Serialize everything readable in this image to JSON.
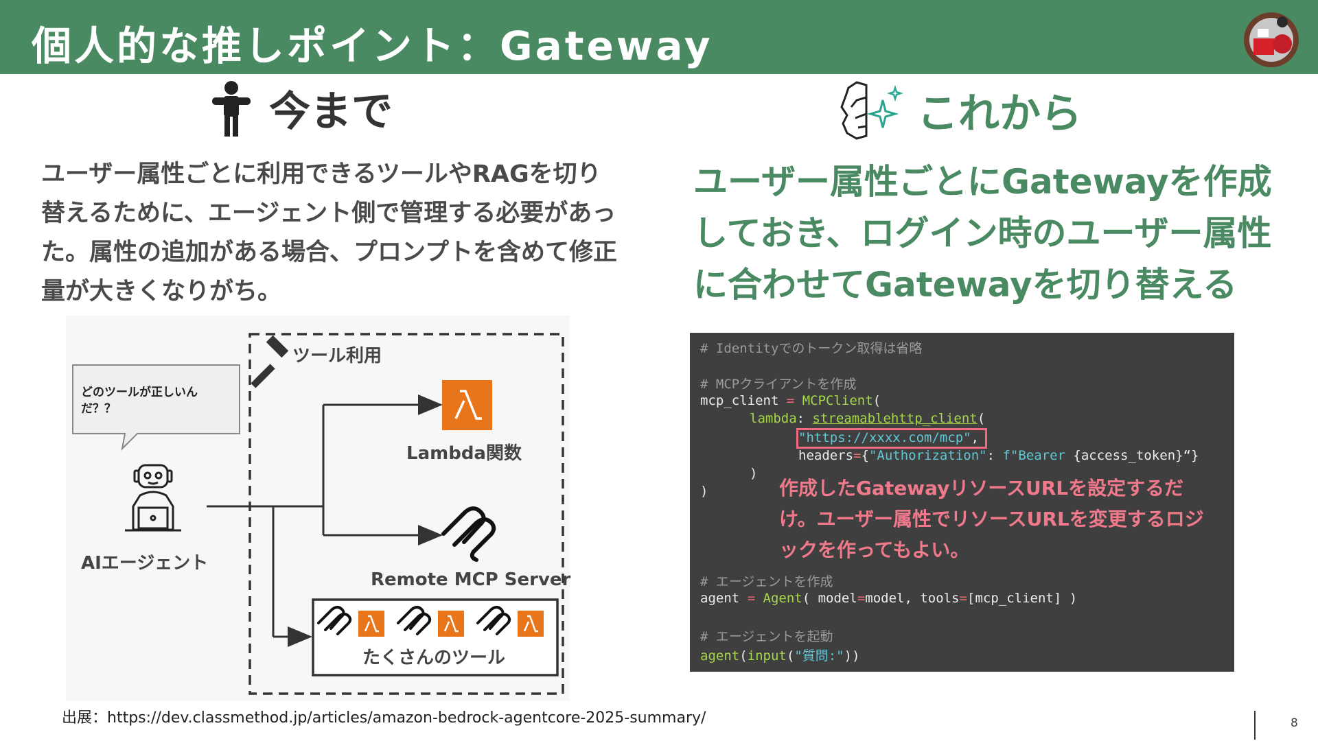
{
  "header": {
    "title": "個人的な推しポイント：Gateway"
  },
  "left": {
    "heading": "今まで",
    "body": "ユーザー属性ごとに利用できるツールやRAGを切り替えるために、エージェント側で管理する必要があった。属性の追加がある場合、プロンプトを含めて修正量が大きくなりがち。",
    "diagram": {
      "bubble": "どのツールが正しいんだ？？",
      "agent_label": "AIエージェント",
      "group_label": "ツール利用",
      "lambda_label": "Lambda関数",
      "mcp_label": "Remote MCP Server",
      "many_tools_label": "たくさんのツール"
    }
  },
  "right": {
    "heading": "これから",
    "body": "ユーザー属性ごとにGatewayを作成しておき、ログイン時のユーザー属性に合わせてGatewayを切り替える",
    "code": {
      "comment1": "# Identityでのトークン取得は省略",
      "comment2": "# MCPクライアントを作成",
      "l3_var": "mcp_client",
      "l3_eq": " = ",
      "l3_cls": "MCPClient",
      "l3_paren": "(",
      "l4_kw": "lambda",
      "l4_colon": ": ",
      "l4_fn": "streamablehttp_client",
      "l4_paren": "(",
      "l5_url": "\"https://xxxx.com/mcp\"",
      "l5_comma": ",",
      "l6_key": "headers",
      "l6_eq": "=",
      "l6_brace": "{",
      "l6_auth": "\"Authorization\"",
      "l6_colon": ": ",
      "l6_fstr": "f\"Bearer ",
      "l6_tok": "{access_token}",
      "l6_end": "“}",
      "l7": ")",
      "l8": ")",
      "note": "作成したGatewayリソースURLを設定するだけ。ユーザー属性でリソースURLを変更するロジックを作ってもよい。",
      "comment3": "# エージェントを作成",
      "l10_var": "agent",
      "l10_eq": " = ",
      "l10_cls": "Agent",
      "l10_a": "( model",
      "l10_eq2": "=",
      "l10_b": "model, tools",
      "l10_eq3": "=",
      "l10_c": "[mcp_client] )",
      "comment4": "# エージェントを起動",
      "l12_fn": "agent",
      "l12_p1": "(",
      "l12_in": "input",
      "l12_p2": "(",
      "l12_str": "\"質問:\"",
      "l12_end": "))"
    }
  },
  "footer": {
    "source": "出展：https://dev.classmethod.jp/articles/amazon-bedrock-agentcore-2025-summary/",
    "page_number": "8"
  },
  "colors": {
    "brand_green": "#4a8a62",
    "note_pink": "#f07a8c",
    "lambda_orange": "#e8751a"
  }
}
